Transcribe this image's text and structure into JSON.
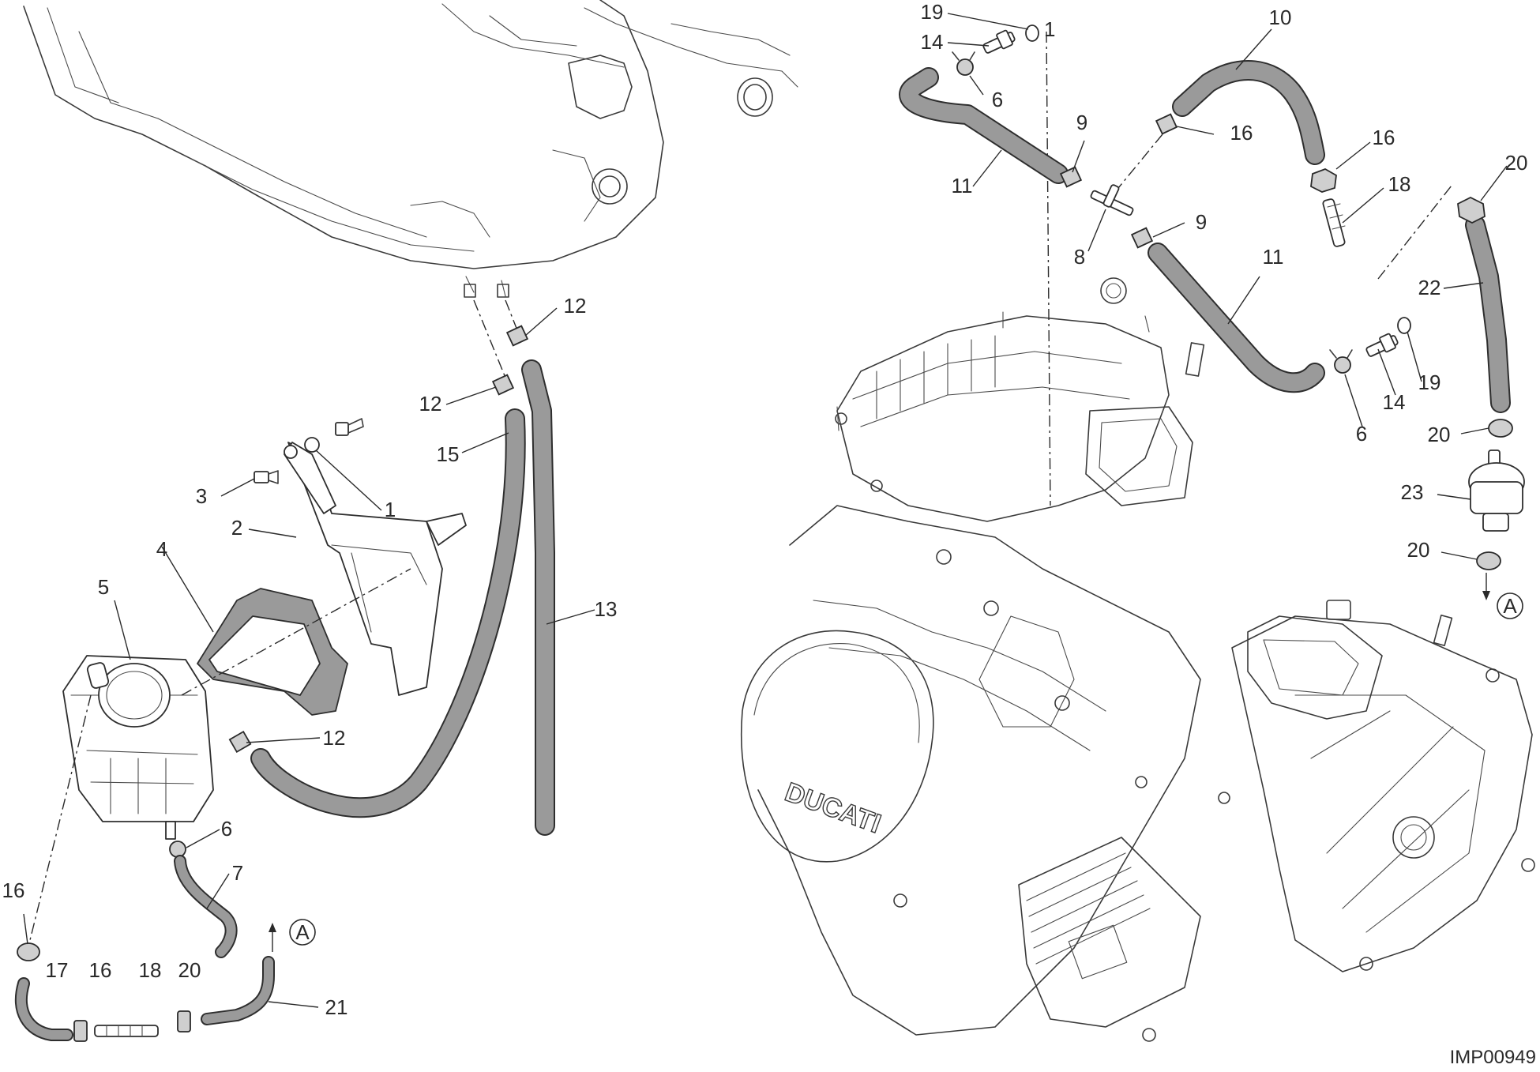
{
  "diagram": {
    "image_code": "IMP00949",
    "reference_marker": "A",
    "callouts": {
      "c1_top": "1",
      "c19_top": "19",
      "c14_top": "14",
      "c6_top": "6",
      "c10": "10",
      "c16_top_a": "16",
      "c16_top_b": "16",
      "c18_right": "18",
      "c20_top": "20",
      "c9_top": "9",
      "c11_left": "11",
      "c8": "8",
      "c9_mid": "9",
      "c11_right": "11",
      "c22": "22",
      "c19_right": "19",
      "c14_right": "14",
      "c6_right": "6",
      "c20_mid": "20",
      "c23": "23",
      "c20_low": "20",
      "c12_top": "12",
      "c12_mid": "12",
      "c15": "15",
      "c3": "3",
      "c1_left": "1",
      "c2": "2",
      "c4": "4",
      "c5": "5",
      "c13": "13",
      "c12_low": "12",
      "c6_low": "6",
      "c7": "7",
      "c16_low": "16",
      "c17": "17",
      "c16_bottom": "16",
      "c18_bottom": "18",
      "c20_bottom": "20",
      "c21": "21"
    }
  }
}
